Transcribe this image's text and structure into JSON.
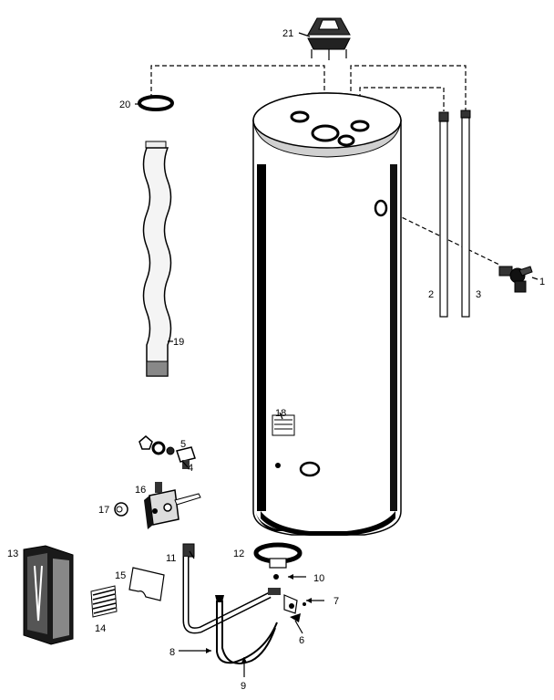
{
  "callouts": [
    {
      "id": "p1",
      "label": "1"
    },
    {
      "id": "p2",
      "label": "2"
    },
    {
      "id": "p3",
      "label": "3"
    },
    {
      "id": "p4",
      "label": "4"
    },
    {
      "id": "p5",
      "label": "5"
    },
    {
      "id": "p6",
      "label": "6"
    },
    {
      "id": "p7",
      "label": "7"
    },
    {
      "id": "p8",
      "label": "8"
    },
    {
      "id": "p9",
      "label": "9"
    },
    {
      "id": "p10",
      "label": "10"
    },
    {
      "id": "p11",
      "label": "11"
    },
    {
      "id": "p12",
      "label": "12"
    },
    {
      "id": "p13",
      "label": "13"
    },
    {
      "id": "p14",
      "label": "14"
    },
    {
      "id": "p15",
      "label": "15"
    },
    {
      "id": "p16",
      "label": "16"
    },
    {
      "id": "p17",
      "label": "17"
    },
    {
      "id": "p18",
      "label": "18"
    },
    {
      "id": "p19",
      "label": "19"
    },
    {
      "id": "p20",
      "label": "20"
    },
    {
      "id": "p21",
      "label": "21"
    }
  ]
}
